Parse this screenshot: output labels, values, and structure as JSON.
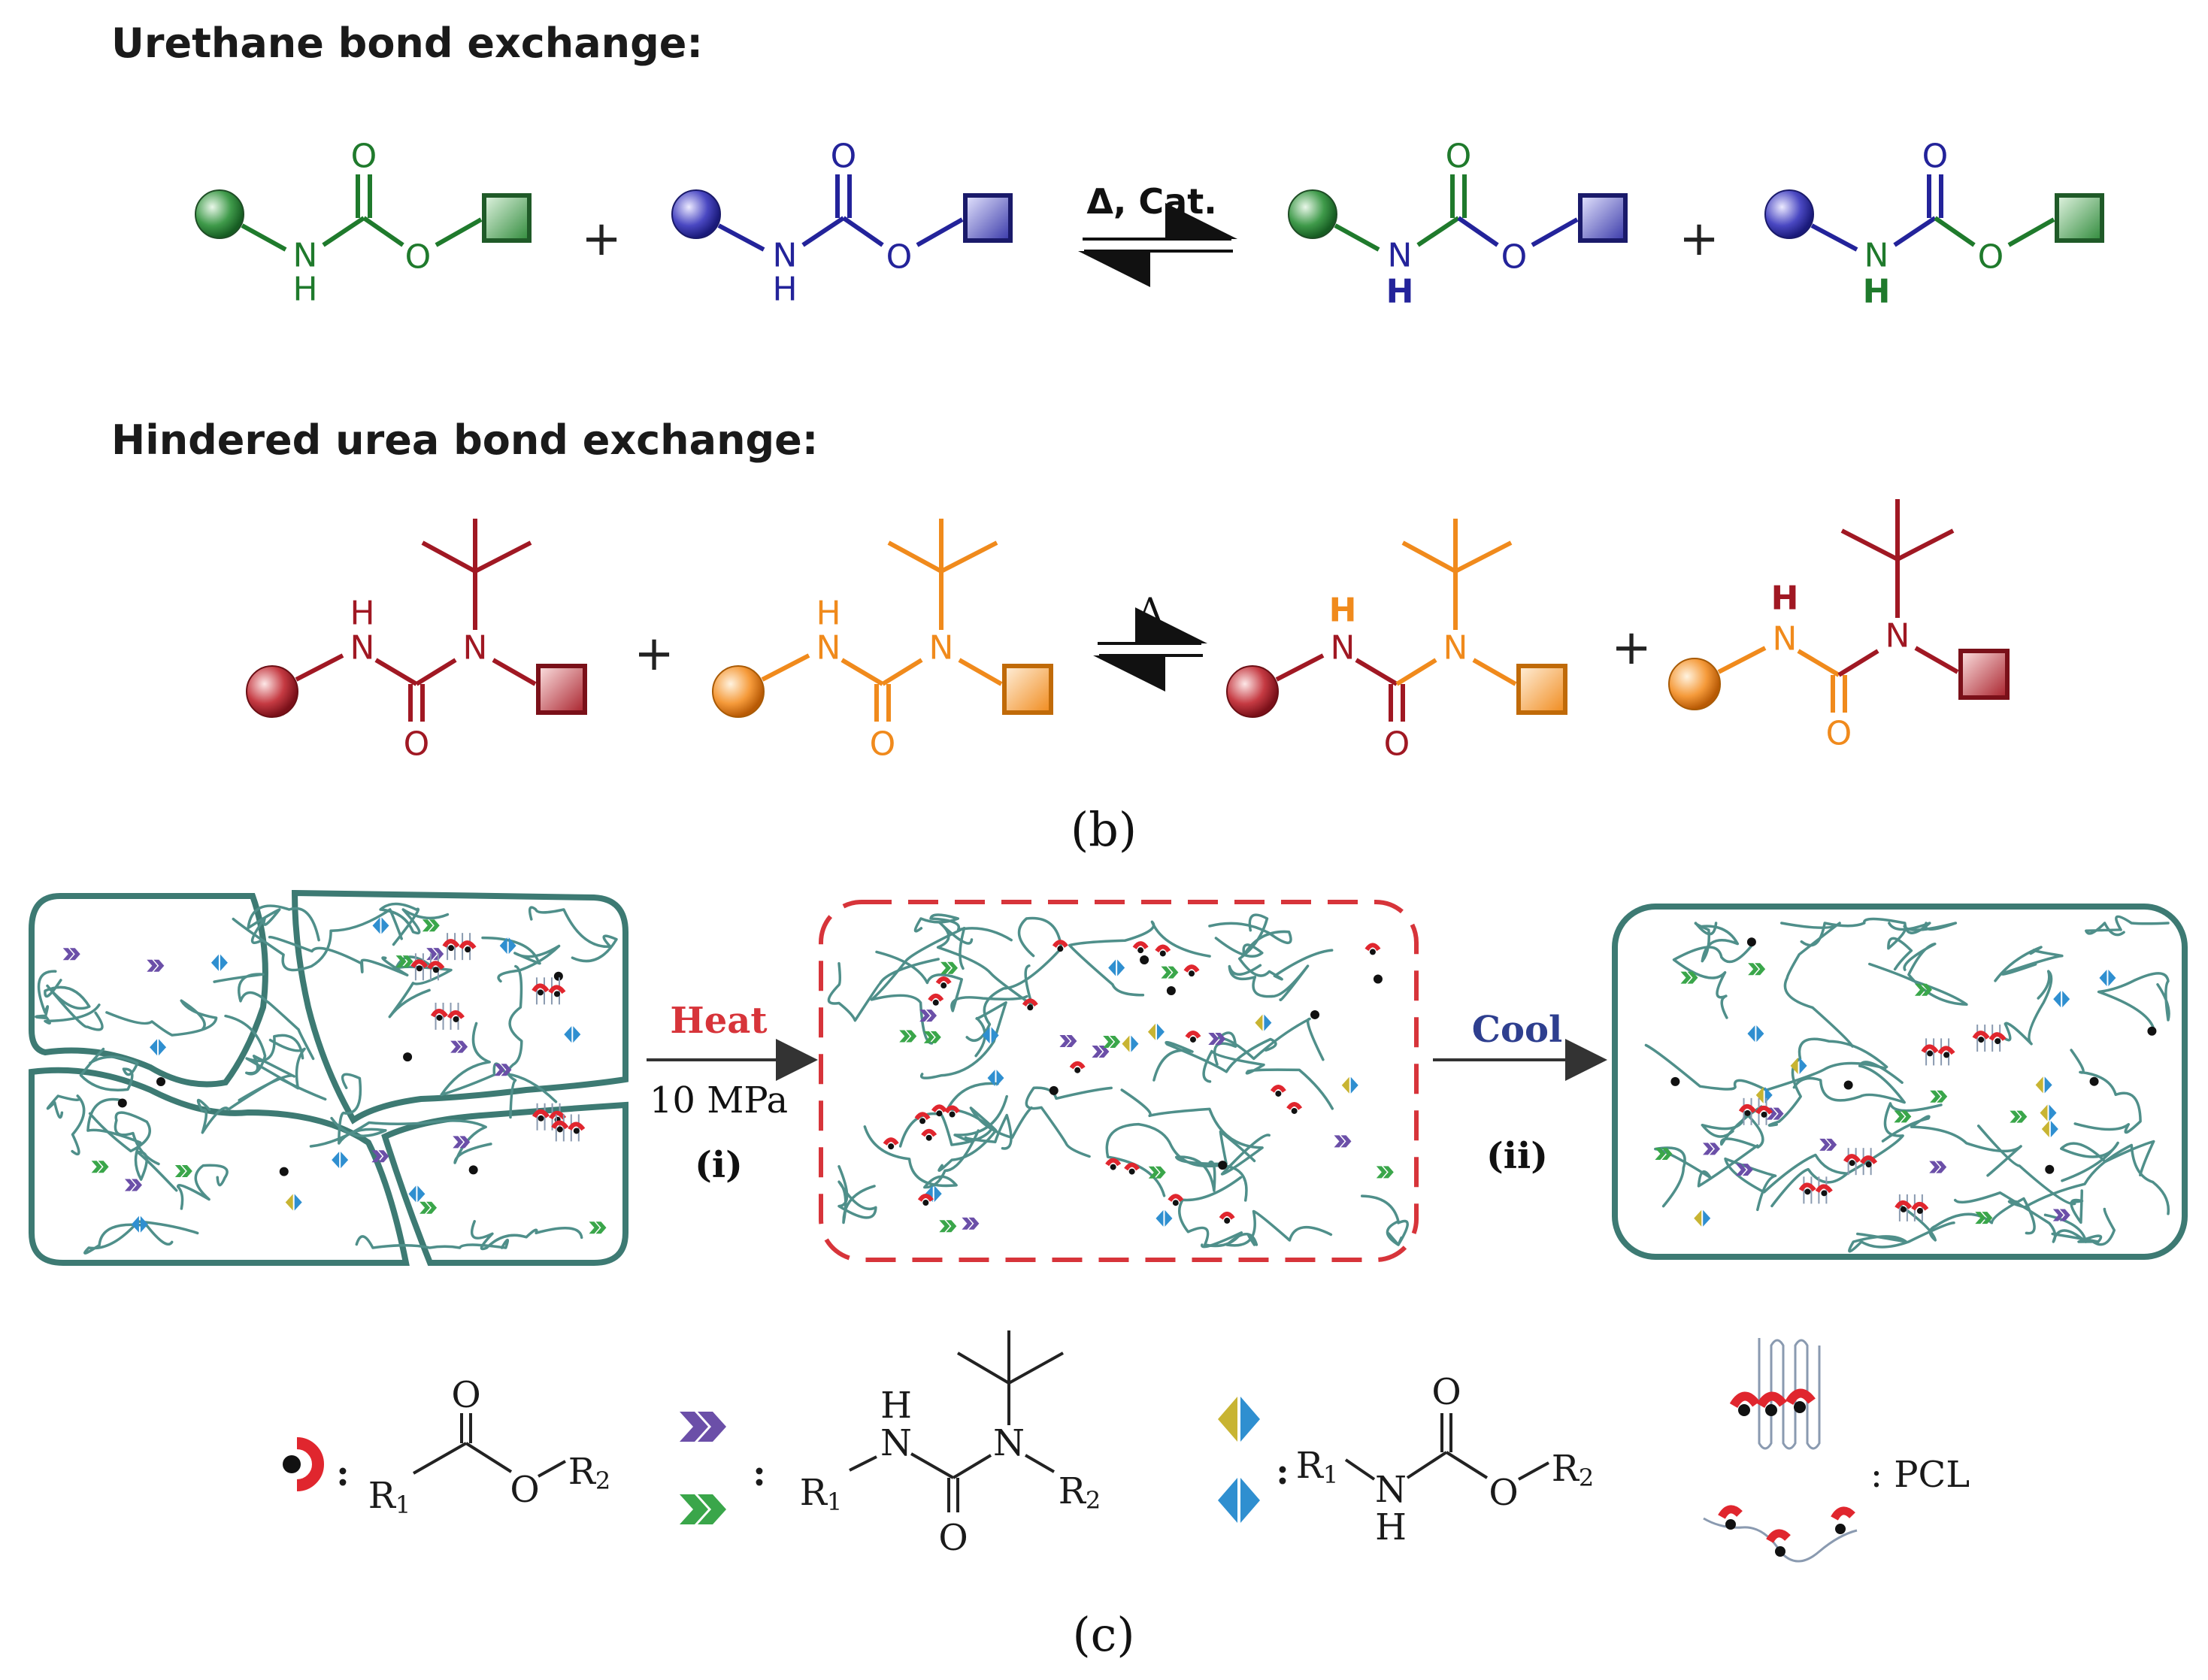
{
  "headings": {
    "urethane": "Urethane bond exchange:",
    "urea": "Hindered urea bond exchange:"
  },
  "atoms": {
    "O": "O",
    "N": "N",
    "H": "H",
    "R": "R",
    "one": "1",
    "two": "2"
  },
  "reaction1": {
    "condition": "Δ, Cat.",
    "plus": "+"
  },
  "reaction2": {
    "condition": "Δ",
    "plus": "+"
  },
  "panel_labels": {
    "b": "(b)",
    "c": "(c)"
  },
  "process": {
    "heat": "Heat",
    "pressure": "10 MPa",
    "step1": "(i)",
    "cool": "Cool",
    "step2": "(ii)"
  },
  "legend": {
    "colon": ":",
    "pcl": ": PCL"
  },
  "colors": {
    "green": "#1f7a2c",
    "blue": "#23239a",
    "red": "#a01823",
    "orange": "#f08a1c",
    "teal": "#3d7a73",
    "heat_red": "#d7343a",
    "cool_blue": "#2e3f8f",
    "purple_chevron": "#6b4fa8",
    "green_chevron": "#3aa64a",
    "yellow_diamond": "#c8b432",
    "blue_diamond": "#2f8fd0"
  }
}
